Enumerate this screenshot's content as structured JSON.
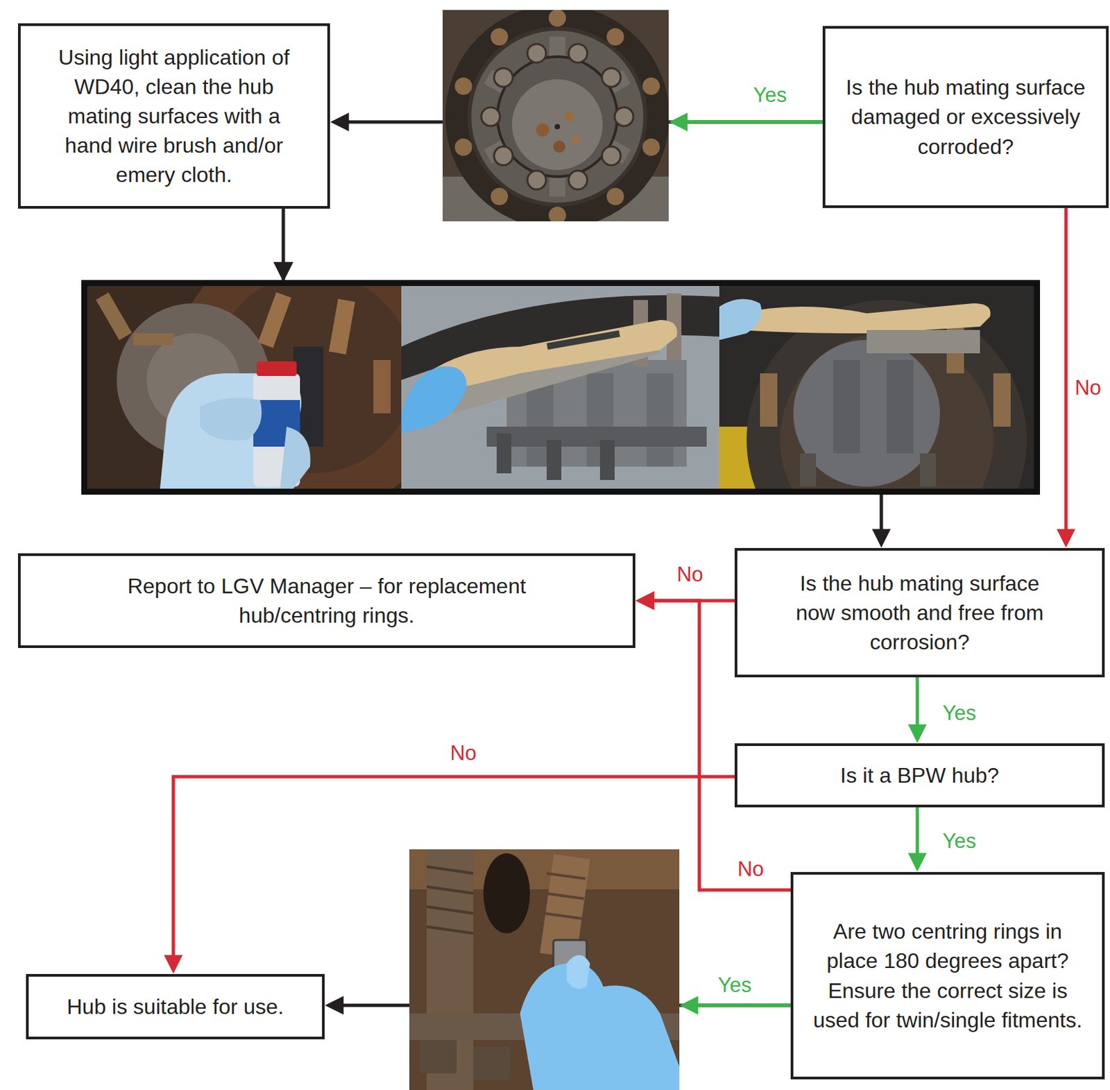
{
  "diagram": {
    "nodes": [
      {
        "text": [
          "Using light application of WD40, clean the hub mating surfaces with a hand wire brush and/or emery cloth."
        ]
      },
      {
        "text": [
          "Is the hub mating surface damaged or excessively corroded?"
        ]
      },
      {
        "text": [
          "Report to LGV Manager – for replacement hub/centring rings."
        ]
      },
      {
        "text": [
          "Is the hub mating surface now smooth and free from corrosion?"
        ]
      },
      {
        "text": [
          "Is it a BPW hub?"
        ]
      },
      {
        "text": [
          "Are two centring rings in place 180 degrees apart? Ensure the correct size is used for twin/single fitments."
        ]
      },
      {
        "text": [
          "Hub is suitable for use."
        ]
      }
    ],
    "edges": [
      {
        "from": 1,
        "to": 0,
        "label": "Yes",
        "arrow": "to"
      },
      {
        "from": 0,
        "to": 3,
        "arrow": "to"
      },
      {
        "from": 1,
        "to": 3,
        "label": "No",
        "arrow": "to"
      },
      {
        "from": 3,
        "to": 2,
        "label": "No",
        "arrow": "to"
      },
      {
        "from": 3,
        "to": 4,
        "label": "Yes",
        "arrow": "to"
      },
      {
        "from": 4,
        "to": 6,
        "label": "No",
        "arrow": "to"
      },
      {
        "from": 4,
        "to": 5,
        "label": "Yes",
        "arrow": "to"
      },
      {
        "from": 5,
        "to": 2,
        "label": "No",
        "arrow": "to"
      },
      {
        "from": 5,
        "to": 6,
        "label": "Yes",
        "arrow": "to"
      }
    ]
  }
}
